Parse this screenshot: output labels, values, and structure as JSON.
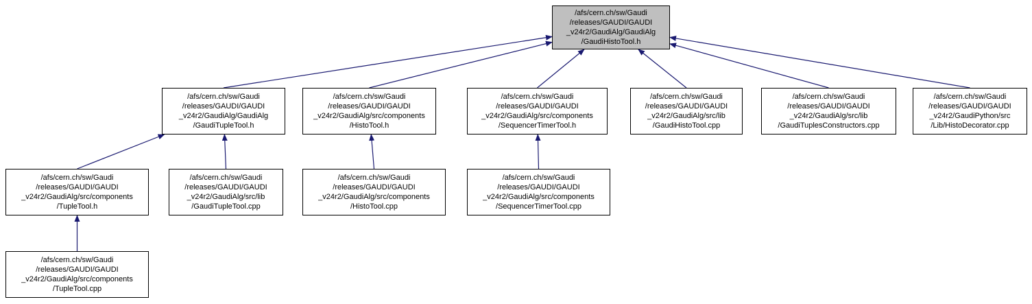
{
  "diagram": {
    "type": "include-dependency-graph",
    "root_id": "gaudihistotool_h",
    "colors": {
      "background": "#ffffff",
      "edge": "#191970",
      "node_border": "#000000",
      "node_fill": "#ffffff",
      "root_fill": "#bfbfbf",
      "text": "#000000"
    },
    "nodes": [
      {
        "id": "gaudihistotool_h",
        "role": "root",
        "lines": [
          "/afs/cern.ch/sw/Gaudi",
          "/releases/GAUDI/GAUDI",
          "_v24r2/GaudiAlg/GaudiAlg",
          "/GaudiHistoTool.h"
        ]
      },
      {
        "id": "gauditupletool_h",
        "role": "node",
        "lines": [
          "/afs/cern.ch/sw/Gaudi",
          "/releases/GAUDI/GAUDI",
          "_v24r2/GaudiAlg/GaudiAlg",
          "/GaudiTupleTool.h"
        ]
      },
      {
        "id": "histotool_h",
        "role": "node",
        "lines": [
          "/afs/cern.ch/sw/Gaudi",
          "/releases/GAUDI/GAUDI",
          "_v24r2/GaudiAlg/src/components",
          "/HistoTool.h"
        ]
      },
      {
        "id": "sequencertimertool_h",
        "role": "node",
        "lines": [
          "/afs/cern.ch/sw/Gaudi",
          "/releases/GAUDI/GAUDI",
          "_v24r2/GaudiAlg/src/components",
          "/SequencerTimerTool.h"
        ]
      },
      {
        "id": "gaudihistotool_cpp",
        "role": "node",
        "lines": [
          "/afs/cern.ch/sw/Gaudi",
          "/releases/GAUDI/GAUDI",
          "_v24r2/GaudiAlg/src/lib",
          "/GaudiHistoTool.cpp"
        ]
      },
      {
        "id": "gaudituplesconstructors_cpp",
        "role": "node",
        "lines": [
          "/afs/cern.ch/sw/Gaudi",
          "/releases/GAUDI/GAUDI",
          "_v24r2/GaudiAlg/src/lib",
          "/GaudiTuplesConstructors.cpp"
        ]
      },
      {
        "id": "histodecorator_cpp",
        "role": "node",
        "lines": [
          "/afs/cern.ch/sw/Gaudi",
          "/releases/GAUDI/GAUDI",
          "_v24r2/GaudiPython/src",
          "/Lib/HistoDecorator.cpp"
        ]
      },
      {
        "id": "tupletool_h",
        "role": "node",
        "lines": [
          "/afs/cern.ch/sw/Gaudi",
          "/releases/GAUDI/GAUDI",
          "_v24r2/GaudiAlg/src/components",
          "/TupleTool.h"
        ]
      },
      {
        "id": "gauditupletool_cpp",
        "role": "node",
        "lines": [
          "/afs/cern.ch/sw/Gaudi",
          "/releases/GAUDI/GAUDI",
          "_v24r2/GaudiAlg/src/lib",
          "/GaudiTupleTool.cpp"
        ]
      },
      {
        "id": "histotool_cpp",
        "role": "node",
        "lines": [
          "/afs/cern.ch/sw/Gaudi",
          "/releases/GAUDI/GAUDI",
          "_v24r2/GaudiAlg/src/components",
          "/HistoTool.cpp"
        ]
      },
      {
        "id": "sequencertimertool_cpp",
        "role": "node",
        "lines": [
          "/afs/cern.ch/sw/Gaudi",
          "/releases/GAUDI/GAUDI",
          "_v24r2/GaudiAlg/src/components",
          "/SequencerTimerTool.cpp"
        ]
      },
      {
        "id": "tupletool_cpp",
        "role": "node",
        "lines": [
          "/afs/cern.ch/sw/Gaudi",
          "/releases/GAUDI/GAUDI",
          "_v24r2/GaudiAlg/src/components",
          "/TupleTool.cpp"
        ]
      }
    ],
    "edges": [
      {
        "from": "gauditupletool_h",
        "to": "gaudihistotool_h"
      },
      {
        "from": "histotool_h",
        "to": "gaudihistotool_h"
      },
      {
        "from": "sequencertimertool_h",
        "to": "gaudihistotool_h"
      },
      {
        "from": "gaudihistotool_cpp",
        "to": "gaudihistotool_h"
      },
      {
        "from": "gaudituplesconstructors_cpp",
        "to": "gaudihistotool_h"
      },
      {
        "from": "histodecorator_cpp",
        "to": "gaudihistotool_h"
      },
      {
        "from": "tupletool_h",
        "to": "gauditupletool_h"
      },
      {
        "from": "gauditupletool_cpp",
        "to": "gauditupletool_h"
      },
      {
        "from": "histotool_cpp",
        "to": "histotool_h"
      },
      {
        "from": "sequencertimertool_cpp",
        "to": "sequencertimertool_h"
      },
      {
        "from": "tupletool_cpp",
        "to": "tupletool_h"
      }
    ]
  }
}
